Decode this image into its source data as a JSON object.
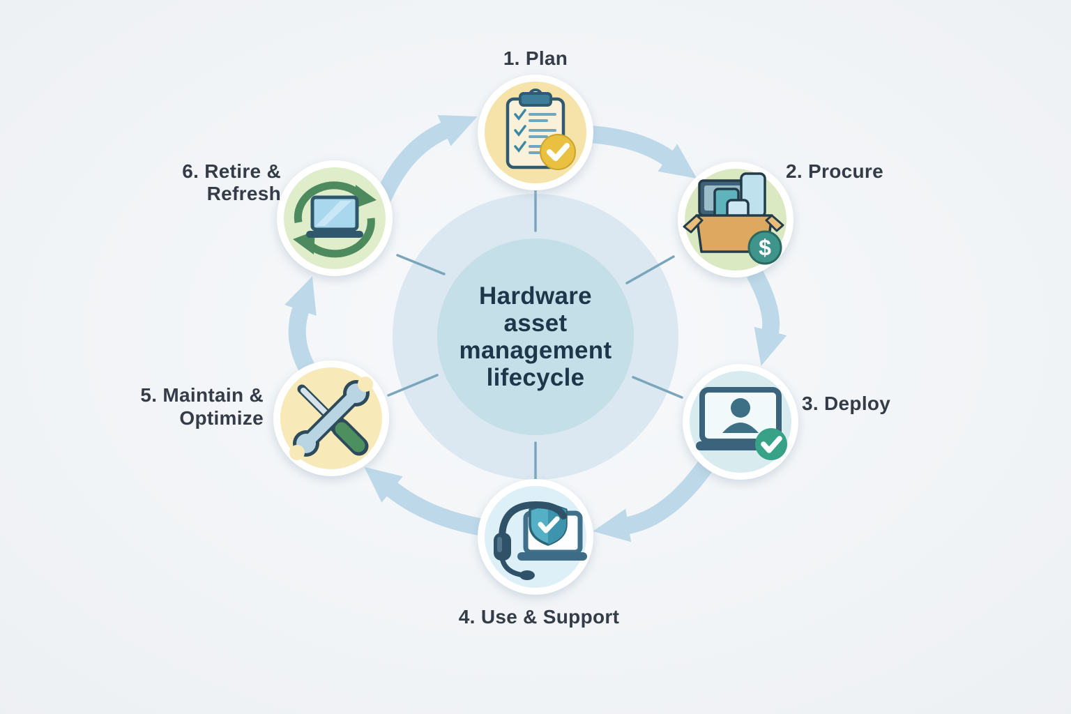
{
  "center": {
    "title": "Hardware asset management lifecycle",
    "lines": [
      "Hardware",
      "asset",
      "management",
      "lifecycle"
    ],
    "outer_circle_color": "#dbe8f1",
    "inner_circle_color": "#c5dfe9",
    "text_color": "#1e3649"
  },
  "flow": {
    "direction": "clockwise",
    "arrow_color": "#bdd9e9",
    "spoke_color": "#7aa6bc"
  },
  "nodes": [
    {
      "order": "1",
      "label": "1. Plan",
      "icon": "clipboard-checklist-icon",
      "fill": "#f6e3aa"
    },
    {
      "order": "2",
      "label": "2. Procure",
      "icon": "device-box-dollar-icon",
      "fill": "#dbe9c2",
      "currency_symbol": "$"
    },
    {
      "order": "3",
      "label": "3. Deploy",
      "icon": "laptop-user-check-icon",
      "fill": "#d8ebef"
    },
    {
      "order": "4",
      "label": "4. Use & Support",
      "icon": "headset-shield-laptop-icon",
      "fill": "#def0f7"
    },
    {
      "order": "5",
      "label": "5. Maintain & Optimize",
      "lines": [
        "5. Maintain &",
        "Optimize"
      ],
      "icon": "wrench-screwdriver-icon",
      "fill": "#f8e9b8"
    },
    {
      "order": "6",
      "label": "6. Retire & Refresh",
      "lines": [
        "6. Retire &",
        "Refresh"
      ],
      "icon": "laptop-recycle-icon",
      "fill": "#e0edcb"
    }
  ],
  "palette": {
    "label_color": "#343c48",
    "outline_dark": "#2e4b5b",
    "clip_teal": "#3e7d99",
    "badge_yellow": "#e9c03f",
    "dollar_green": "#3f948c",
    "check_green": "#37a288",
    "box_tan": "#dfa860",
    "shield_teal": "#55b0c5",
    "wrench_blue": "#b9d4e3",
    "handle_green": "#4d8f5f",
    "recycle_green": "#4d8a5e"
  }
}
